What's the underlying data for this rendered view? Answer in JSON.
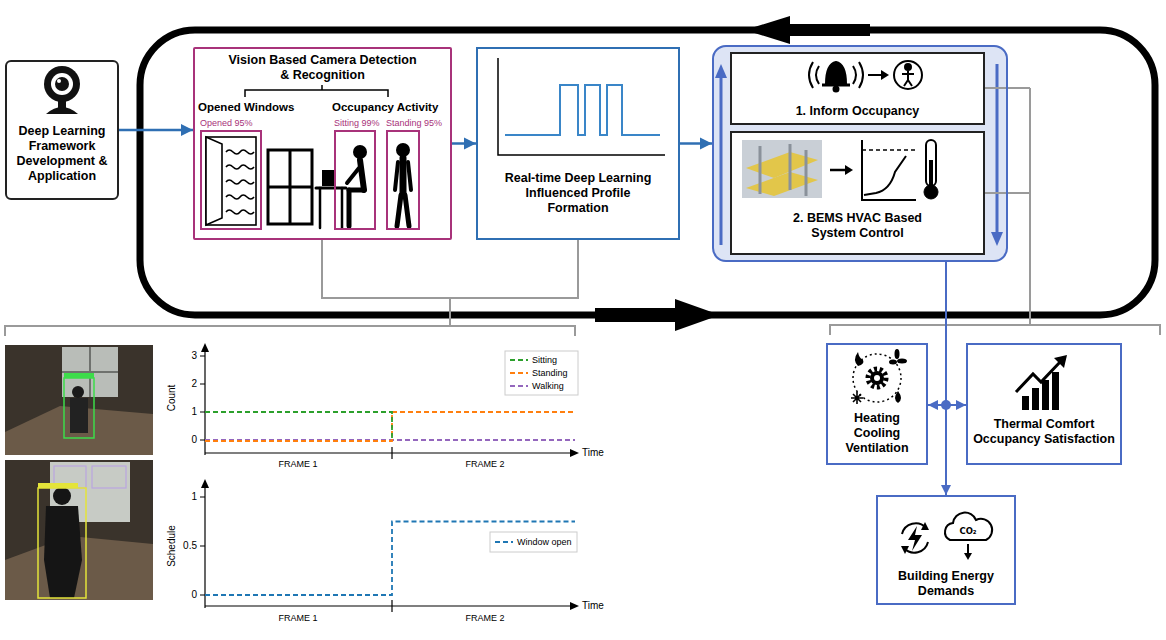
{
  "diagram": {
    "nodes": [
      {
        "text": [
          "Deep Learning Framework Development & Application"
        ]
      },
      {
        "text": [
          "Vision Based Camera Detection & Recognition",
          "Opened Windows",
          "Occupancy Activity"
        ]
      },
      {
        "text": [
          "Opened 95%"
        ],
        "in": 1
      },
      {
        "text": [
          "Sitting 99%"
        ],
        "in": 1
      },
      {
        "text": [
          "Standing 95%"
        ],
        "in": 1
      },
      {
        "text": [
          "Real-time Deep Learning Influenced Profile Formation"
        ]
      },
      {
        "text": []
      },
      {
        "text": [
          "1. Inform Occupancy"
        ],
        "in": 6
      },
      {
        "text": [
          "2. BEMS HVAC Based System Control"
        ],
        "in": 6
      },
      {
        "text": [
          "Heating Cooling Ventilation"
        ]
      },
      {
        "text": [
          "Thermal Comfort Occupancy Satisfaction"
        ]
      },
      {
        "text": [
          "Building Energy Demands"
        ]
      }
    ],
    "edges": [
      {
        "from": 0,
        "to": 1,
        "arrow": "to"
      },
      {
        "from": 1,
        "to": 5,
        "arrow": "to"
      },
      {
        "from": 5,
        "to": 6,
        "arrow": "to"
      },
      {
        "from": 6,
        "to": 9,
        "arrow": "to"
      },
      {
        "from": 6,
        "to": 10,
        "arrow": "to"
      },
      {
        "from": 6,
        "to": 11,
        "arrow": "to"
      }
    ],
    "labels": [
      "Count",
      "3",
      "2",
      "1",
      "0",
      "FRAME 1",
      "FRAME 2",
      "Time",
      "Schedule",
      "1",
      "0.5",
      "0",
      "FRAME 1",
      "FRAME 2",
      "Time",
      "CO₂"
    ],
    "legend": [
      {
        "text": "Sitting"
      },
      {
        "text": "Standing"
      },
      {
        "text": "Walking"
      },
      {
        "text": "Window open"
      }
    ]
  }
}
